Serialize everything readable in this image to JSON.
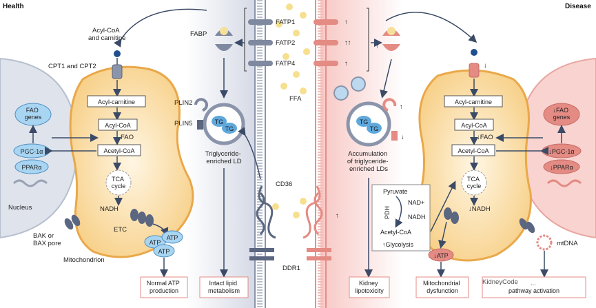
{
  "headers": {
    "left": "Health",
    "right": "Disease"
  },
  "left": {
    "acyl_coa_carnitine": [
      "Acyl-CoA",
      "and carnitine"
    ],
    "cpt": "CPT1 and CPT2",
    "acyl_carnitine": "Acyl-carnitine",
    "acyl_coa": "Acyl-CoA",
    "acetyl_coa": "Acetyl-CoA",
    "fao": "FAO",
    "fao_genes": [
      "FAO",
      "genes"
    ],
    "pgc": "PGC-1α",
    "ppar": "PPARα",
    "nucleus": "Nucleus",
    "tca": [
      "TCA",
      "cycle"
    ],
    "nadh": "NADH",
    "etc": "ETC",
    "atp": "ATP",
    "bak": [
      "BAK or",
      "BAX pore"
    ],
    "mito": "Mitochondrion",
    "normal_atp": [
      "Normal ATP",
      "production"
    ],
    "fabp": "FABP",
    "plin2": "PLIN2",
    "plin5": "PLIN5",
    "tg": "TG",
    "tg_ld": [
      "Triglyceride-",
      "enriched LD"
    ],
    "intact": [
      "Intact lipid",
      "metabolism"
    ]
  },
  "center": {
    "fatp1": "FATP1",
    "fatp2": "FATP2",
    "fatp4": "FATP4",
    "up1": "↑",
    "up2": "↑↑",
    "up4": "↑",
    "ffa": "FFA",
    "cd36": "CD36",
    "ddr1": "DDR1"
  },
  "right": {
    "acyl_carnitine": "Acyl-carnitine",
    "acyl_coa": "Acyl-CoA",
    "fao": "↓FAO",
    "acetyl_coa": "Acetyl-CoA",
    "fao_genes": [
      "↓FAO",
      "genes"
    ],
    "pgc": "↓PGC-1α",
    "ppar": "↓PPARα",
    "tca": [
      "TCA",
      "cycle"
    ],
    "nadh": "↓NADH",
    "atp": "↓ATP",
    "mtdna": "mtDNA",
    "down": "↓",
    "accum": [
      "Accumulation",
      "of triglyceride-",
      "enriched LDs"
    ],
    "pyruvate": "Pyruvate",
    "pdh": "PDH",
    "nad_plus": "NAD+",
    "nadh_box": "NADH",
    "acetyl_coa_box": "Acetyl-CoA",
    "glycolysis": "↑Glycolysis",
    "kidney_lipo": [
      "Kidney",
      "lipotoxicity"
    ],
    "mito_dys": [
      "Mitochondrial",
      "dysfunction"
    ],
    "pathway": [
      "...",
      "pathway activation"
    ],
    "watermark": "KidneyCode"
  }
}
